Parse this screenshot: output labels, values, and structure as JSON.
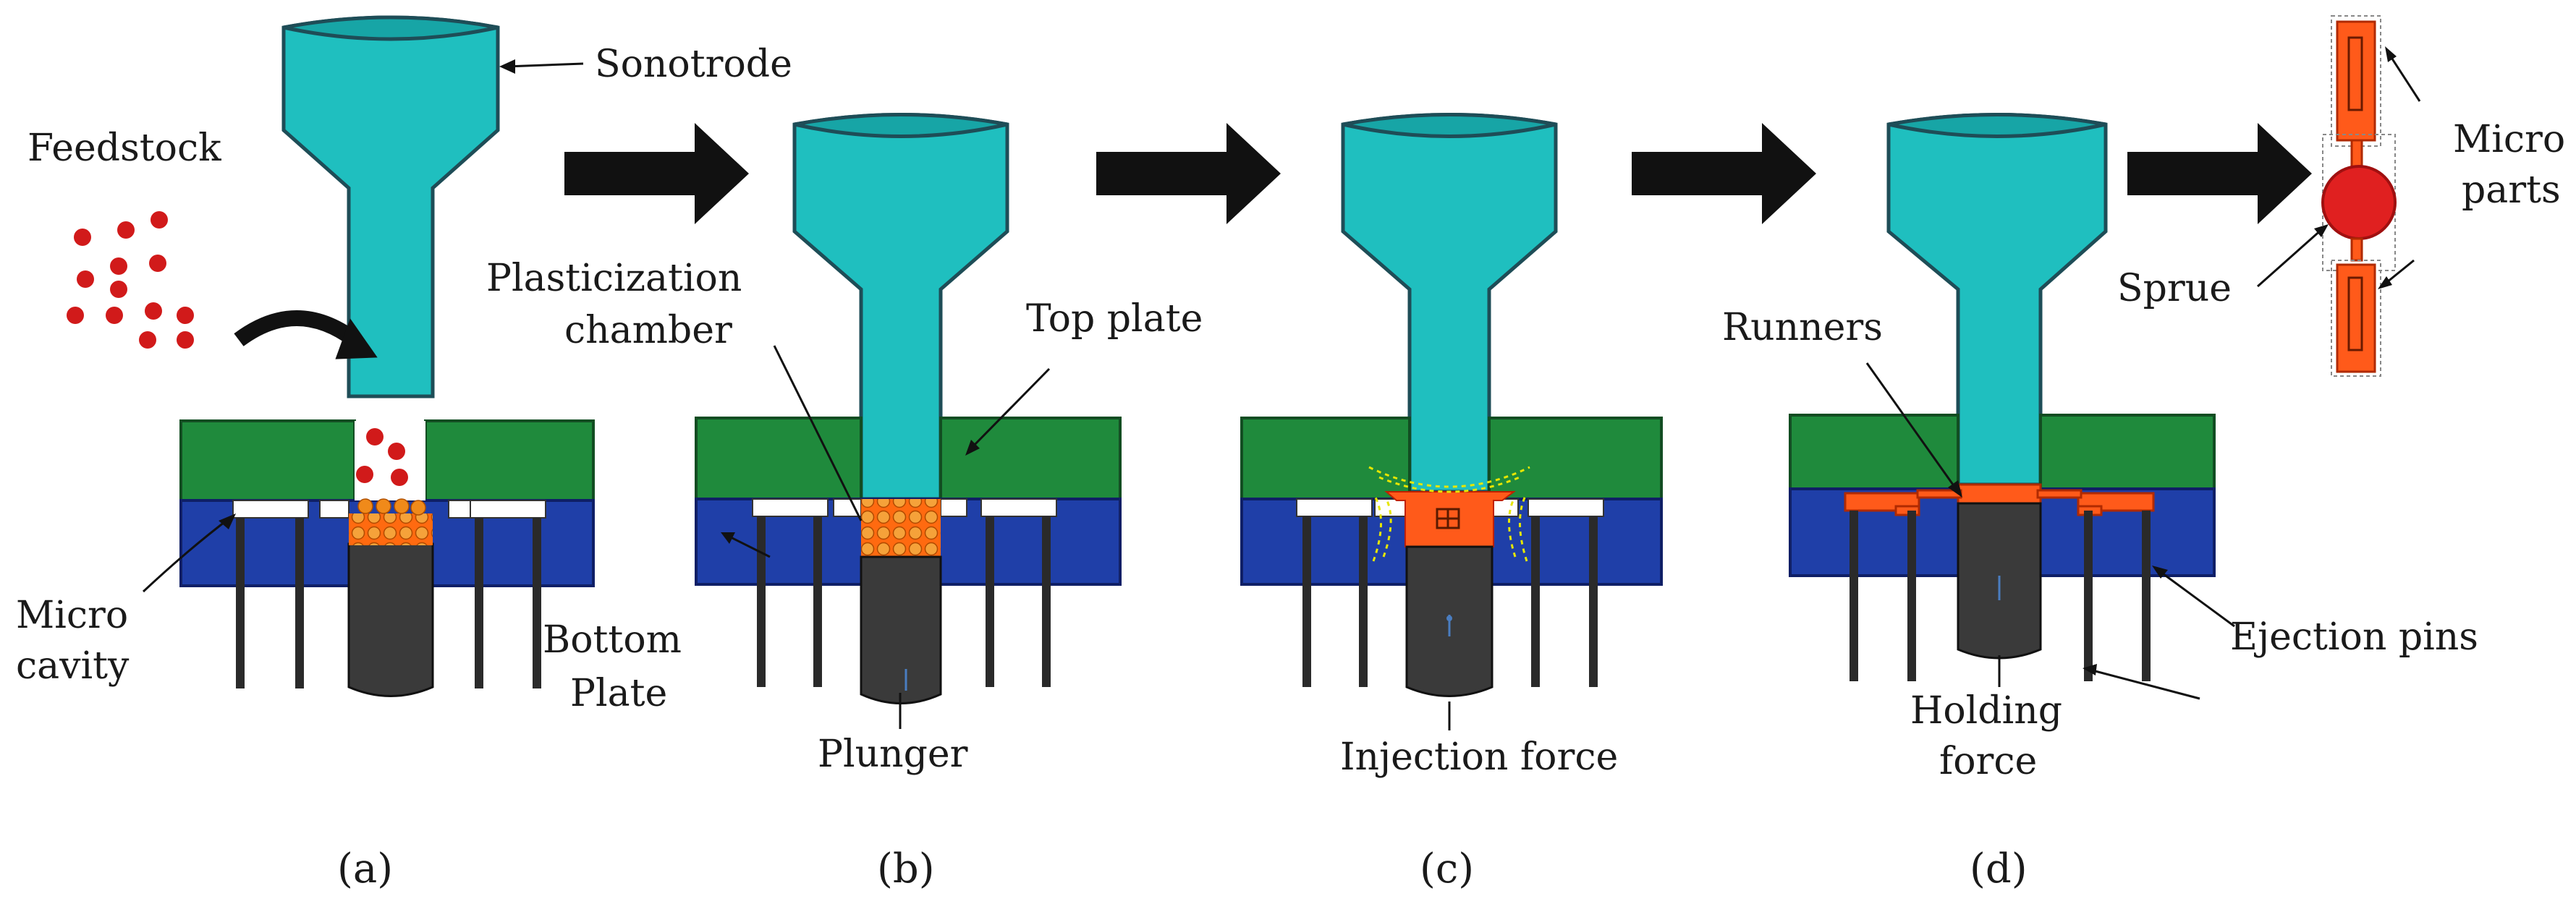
{
  "labels": {
    "sonotrode": "Sonotrode",
    "feedstock": "Feedstock",
    "plasticization_1": "Plasticization",
    "plasticization_2": "chamber",
    "top_plate": "Top plate",
    "micro_cavity_1": "Micro",
    "micro_cavity_2": "cavity",
    "bottom_plate_1": "Bottom",
    "bottom_plate_2": "Plate",
    "plunger": "Plunger",
    "injection_force": "Injection force",
    "runners": "Runners",
    "holding_force_1": "Holding",
    "holding_force_2": "force",
    "ejection_pins": "Ejection pins",
    "sprue": "Sprue",
    "micro_parts_1": "Micro",
    "micro_parts_2": "parts"
  },
  "captions": [
    "(a)",
    "(b)",
    "(c)",
    "(d)"
  ],
  "colors": {
    "sonotrode": "#1fbfbf",
    "top_plate": "#1f8a3c",
    "bottom_plate": "#1f3fa8",
    "feedstock": "#d11a1a",
    "melt": "#ff5a1a",
    "plunger": "#3a3a3a"
  }
}
